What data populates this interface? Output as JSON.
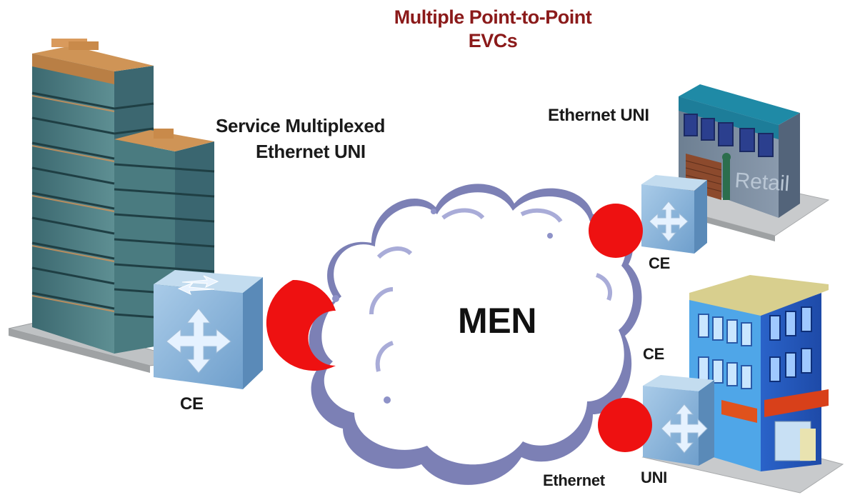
{
  "title": {
    "line1": "Multiple Point-to-Point",
    "line2": "EVCs",
    "color": "#8b1a1a"
  },
  "labels": {
    "hq_uni_line1": "Service Multiplexed",
    "hq_uni_line2": "Ethernet UNI",
    "hq_ce": "CE",
    "cloud": "MEN",
    "retail_uni": "Ethernet UNI",
    "retail_ce": "CE",
    "branch_ce": "CE",
    "branch_uni_left": "Ethernet",
    "branch_uni_right": "UNI"
  },
  "retail_sign": "Retail",
  "icons": {
    "headquarters": "office-tower-icon",
    "retail": "retail-store-icon",
    "branch": "office-building-icon",
    "network": "cloud-icon",
    "switch": "switch-icon",
    "uni": "uni-port-icon"
  },
  "colors": {
    "uni_red": "#ee1111",
    "cloud_edge": "#7a7fb8",
    "switch_blue": "#8fb8dc",
    "tower": "#4f7f84",
    "roof": "#cf9456"
  }
}
